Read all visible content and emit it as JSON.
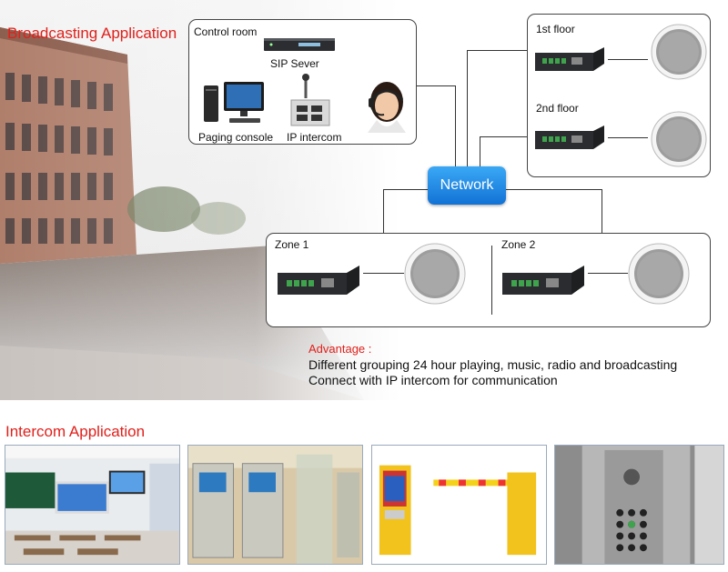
{
  "broadcast": {
    "title": "Broadcasting Application",
    "control_room": {
      "label": "Control room",
      "sip_server": "SIP  Sever",
      "paging_console": "Paging console",
      "ip_intercom": "IP intercom"
    },
    "network": "Network",
    "floors": [
      "1st floor",
      "2nd floor"
    ],
    "zones": [
      "Zone 1",
      "Zone 2"
    ],
    "advantage": {
      "title": "Advantage :",
      "lines": [
        "Different grouping 24 hour playing, music, radio and broadcasting",
        "Connect with IP intercom for communication"
      ]
    }
  },
  "intercom": {
    "title": "Intercom Application"
  },
  "colors": {
    "accent_red": "#e0201b",
    "network_blue": "#1e88e5"
  },
  "icons": [
    "server-icon",
    "computer-icon",
    "paging-console-icon",
    "operator-headset-icon",
    "amplifier-icon",
    "ceiling-speaker-icon"
  ]
}
